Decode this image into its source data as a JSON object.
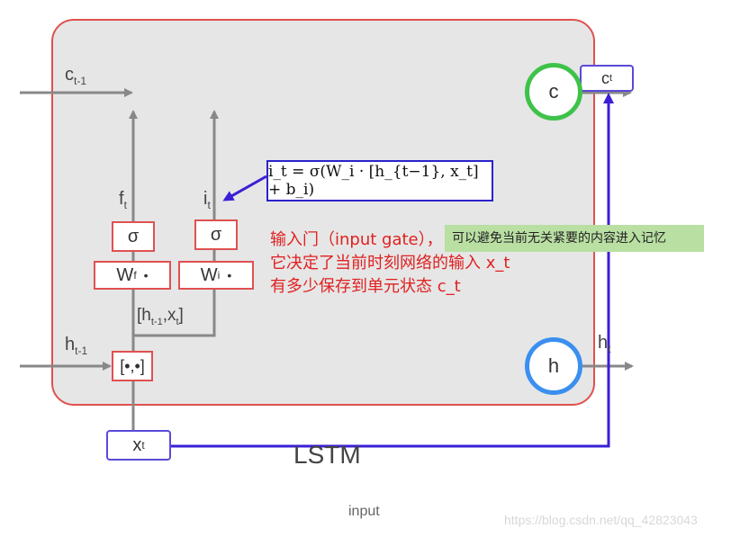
{
  "diagram": {
    "labels": {
      "c_prev": "c",
      "c_prev_sub": "t-1",
      "h_prev": "h",
      "h_prev_sub": "t-1",
      "c_out": "c",
      "c_out_sub": "t",
      "h_out": "h",
      "h_out_sub": "t",
      "f_t": "f",
      "f_t_sub": "t",
      "i_t": "i",
      "i_t_sub": "t",
      "sigma_f": "σ",
      "sigma_i": "σ",
      "w_f": "W",
      "w_f_sub": "f",
      "w_i": "W",
      "w_i_sub": "i",
      "dot": "•",
      "concat_label": "[h",
      "concat_label_sub": "t-1",
      "concat_label_tail": ",x",
      "concat_label_sub2": "t",
      "concat_label_end": "]",
      "concat_box": "[•,•]",
      "x_in": "x",
      "x_in_sub": "t",
      "c_circle": "c",
      "h_circle": "h",
      "block_title": "LSTM"
    },
    "formula": "i_t = σ(W_i · [h_{t−1}, x_t] + b_i)",
    "annotation_lines": [
      "输入门（input gate），",
      "它决定了当前时刻网络的输入 x_t",
      "有多少保存到单元状态 c_t"
    ],
    "hint": "可以避免当前无关紧要的内容进入记忆"
  },
  "caption": "input",
  "watermark": "https://blog.csdn.net/qq_42823043",
  "colors": {
    "block_fill": "#e6e6e6",
    "block_border": "#e05050",
    "arrow": "#888888",
    "purple": "#3a1fd6",
    "c_circle": "#3ec24a",
    "h_circle": "#3a8ff0",
    "note_red": "#e02020",
    "hint_green": "#b9dfa3"
  }
}
